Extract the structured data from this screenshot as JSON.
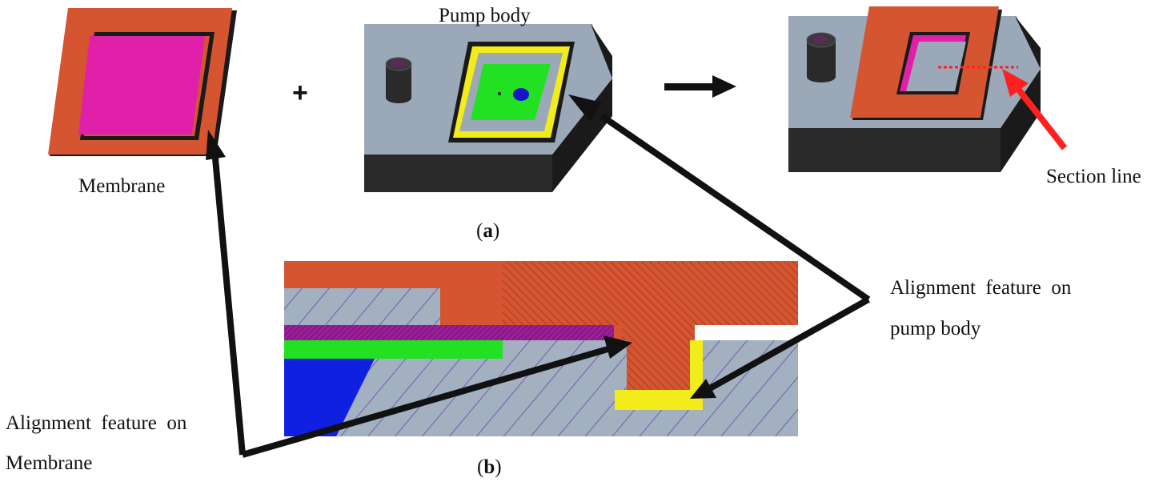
{
  "colors": {
    "membrane_frame": "#d4552f",
    "membrane_face": "#e020a8",
    "pump_top": "#9aa8b8",
    "pump_side": "#2a2a2a",
    "alignment_ring": "#f2ec1a",
    "chamber": "#22e022",
    "outlet_hole": "#1414c8",
    "section_line": "#ff2020",
    "arrow": "#111111",
    "hatch_gray": "#a3b0c0",
    "hatch_stroke": "#5a3aa8",
    "membrane_layer": "#8a1a8a",
    "cross_blue": "#1020e0"
  },
  "labels": {
    "pump_body": "Pump body",
    "membrane": "Membrane",
    "section_line": "Section line",
    "plus": "+",
    "caption_a_open": "(",
    "caption_a_letter": "a",
    "caption_a_close": ")",
    "caption_b_open": "(",
    "caption_b_letter": "b",
    "caption_b_close": ")",
    "align_pump_line1": "Alignment  feature  on",
    "align_pump_line2": "pump body",
    "align_membrane_line1": "Alignment  feature  on",
    "align_membrane_line2": "Membrane"
  },
  "icons": {
    "combine_arrow": "right-arrow-icon",
    "callout_arrow": "arrow-icon"
  }
}
